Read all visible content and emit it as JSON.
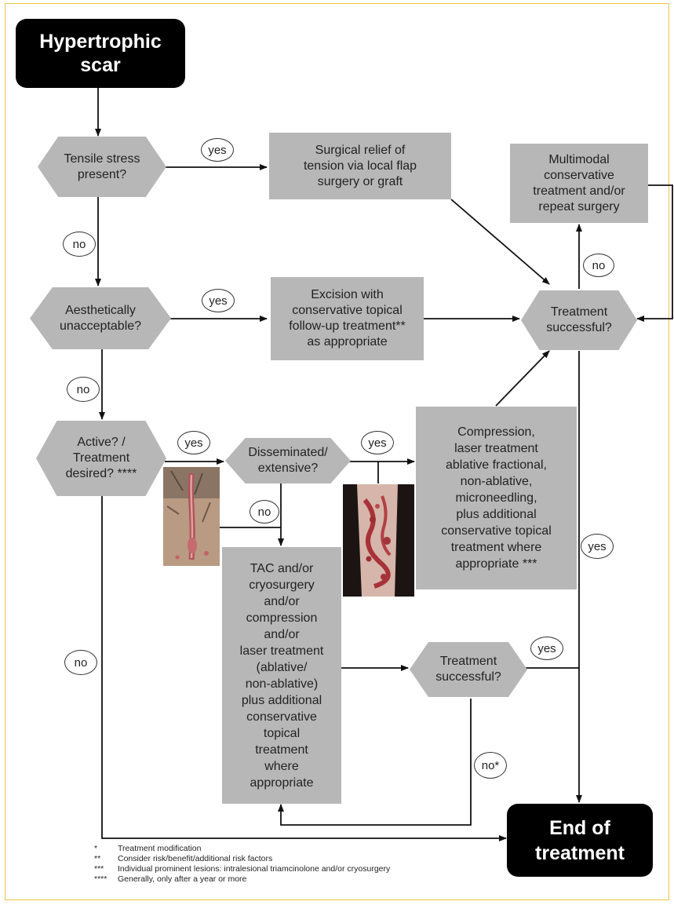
{
  "nodes": {
    "start": "Hypertrophic\nscar",
    "tensile": "Tensile stress\npresent?",
    "surgical": "Surgical relief of\ntension via local flap\nsurgery or graft",
    "multimodal": "Multimodal\nconservative\ntreatment and/or\nrepeat surgery",
    "aesthetic": "Aesthetically\nunacceptable?",
    "excision": "Excision with\nconservative topical\nfollow-up treatment**\nas appropriate",
    "success1": "Treatment\nsuccessful?",
    "active": "Active? /\nTreatment\ndesired? ****",
    "disseminated": "Disseminated/\nextensive?",
    "compression": "Compression,\nlaser treatment\nablative fractional,\nnon-ablative,\nmicroneedling,\nplus additional\nconservative topical\ntreatment where\nappropriate ***",
    "tac": "TAC and/or\ncryosurgery\nand/or\ncompression\nand/or\nlaser treatment\n(ablative/\nnon-ablative)\nplus additional\nconservative\ntopical\ntreatment\nwhere\nappropriate",
    "success2": "Treatment\nsuccessful?",
    "end": "End of\ntreatment"
  },
  "labels": {
    "yes": "yes",
    "no": "no",
    "no_star": "no*"
  },
  "footnotes": [
    {
      "mark": "*",
      "text": "Treatment modification"
    },
    {
      "mark": "**",
      "text": "Consider risk/benefit/additional risk factors"
    },
    {
      "mark": "***",
      "text": "Individual prominent lesions: intralesional triamcinolone and/or cryosurgery"
    },
    {
      "mark": "****",
      "text": "Generally, only after a year or more"
    }
  ],
  "colors": {
    "box": "#b7b7b7",
    "terminal": "#000000",
    "frame": "#f2c24a"
  },
  "images": [
    "scar-photo-chest",
    "scar-photo-leg"
  ]
}
